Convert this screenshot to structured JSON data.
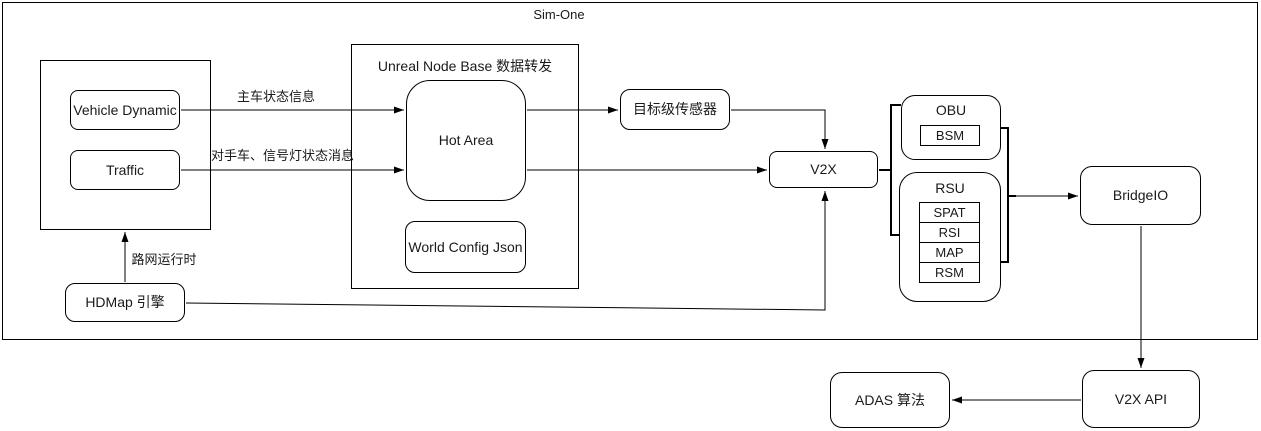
{
  "diagram": {
    "title": "Sim-One",
    "groups": {
      "unreal": {
        "title": "Unreal Node Base 数据转发"
      }
    },
    "nodes": {
      "vehicle_dynamic": {
        "label": "Vehicle Dynamic"
      },
      "traffic": {
        "label": "Traffic"
      },
      "hot_area": {
        "label": "Hot Area"
      },
      "world_config": {
        "label": "World Config Json"
      },
      "target_sensor": {
        "label": "目标级传感器"
      },
      "v2x": {
        "label": "V2X"
      },
      "obu": {
        "label": "OBU",
        "messages": [
          "BSM"
        ]
      },
      "rsu": {
        "label": "RSU",
        "messages": [
          "SPAT",
          "RSI",
          "MAP",
          "RSM"
        ]
      },
      "bridgeio": {
        "label": "BridgeIO"
      },
      "hdmap": {
        "label": "HDMap 引擎"
      },
      "v2x_api": {
        "label": "V2X API"
      },
      "adas": {
        "label": "ADAS 算法"
      }
    },
    "edge_labels": {
      "host_vehicle_status": "主车状态信息",
      "rival_signal_status": "对手车、信号灯状态消息",
      "road_network_runtime": "路网运行时"
    },
    "colors": {
      "line": "#000000",
      "text": "#1a1a1a",
      "background": "#ffffff"
    }
  }
}
